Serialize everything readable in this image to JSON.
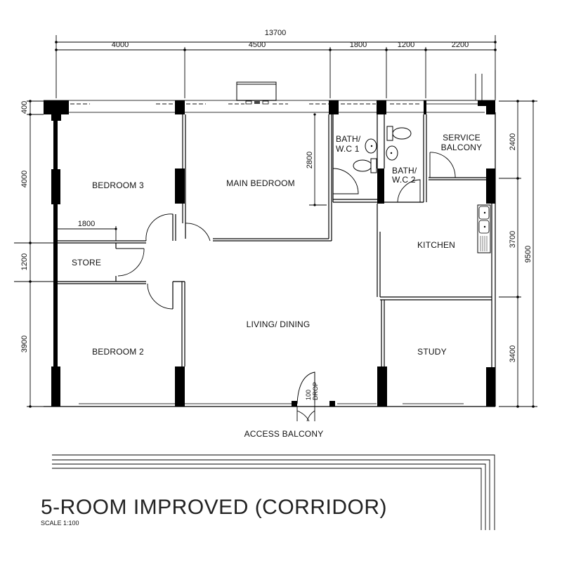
{
  "plan": {
    "title": "5-ROOM IMPROVED (CORRIDOR)",
    "scale_label": "SCALE   1:100",
    "rooms": {
      "bedroom3": "BEDROOM 3",
      "main_bedroom": "MAIN BEDROOM",
      "bath1_line1": "BATH/",
      "bath1_line2": "W.C 1",
      "bath2_line1": "BATH/",
      "bath2_line2": "W.C 2",
      "service_balcony_line1": "SERVICE",
      "service_balcony_line2": "BALCONY",
      "kitchen": "KITCHEN",
      "store": "STORE",
      "living_dining": "LIVING/ DINING",
      "bedroom2": "BEDROOM 2",
      "study": "STUDY",
      "access_balcony": "ACCESS BALCONY"
    },
    "door_note_line1": "100",
    "door_note_line2": "DROP"
  },
  "dimensions": {
    "top_total": "13700",
    "top_segments": [
      "4000",
      "4500",
      "1800",
      "1200",
      "2200"
    ],
    "left_segments": [
      "400",
      "4000",
      "1200",
      "3900"
    ],
    "right_segments": [
      "2400",
      "3700",
      "3400"
    ],
    "right_total": "9500",
    "store_width": "1800",
    "main_bedroom_depth": "2800"
  },
  "colors": {
    "wall": "#000000",
    "line": "#000000",
    "window": "#888888",
    "background": "#ffffff"
  }
}
